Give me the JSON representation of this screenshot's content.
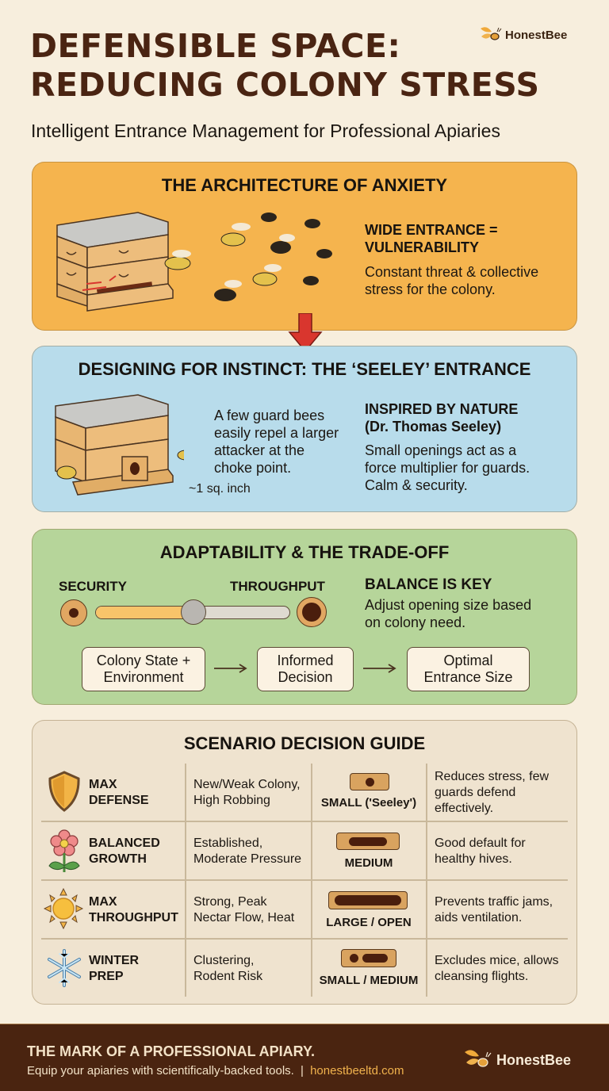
{
  "header": {
    "title_line1": "DEFENSIBLE SPACE:",
    "title_line2": "REDUCING COLONY STRESS",
    "subtitle": "Intelligent Entrance Management for Professional Apiaries",
    "brand": "HonestBee"
  },
  "section1": {
    "title": "THE ARCHITECTURE OF ANXIETY",
    "heading_line1": "WIDE ENTRANCE =",
    "heading_line2": "VULNERABILITY",
    "body_line1": "Constant threat & collective",
    "body_line2": "stress for the colony.",
    "illustration": "hive-with-wide-entrance-and-attacking-wasps"
  },
  "section2": {
    "title": "DESIGNING FOR INSTINCT: THE ‘SEELEY’ ENTRANCE",
    "caption_lines": [
      "A few guard bees",
      "easily repel a larger",
      "attacker at the",
      "choke point."
    ],
    "measurement": "~1 sq. inch",
    "heading_line1": "INSPIRED BY NATURE",
    "heading_line2": "(Dr. Thomas Seeley)",
    "body_lines": [
      "Small openings act as a",
      "force multiplier for guards.",
      "Calm & security."
    ],
    "illustration": "hive-with-small-entrance-and-guard-bees"
  },
  "section3": {
    "title": "ADAPTABILITY & THE TRADE-OFF",
    "slider": {
      "left_label": "SECURITY",
      "right_label": "THROUGHPUT",
      "position_percent": 45
    },
    "heading": "BALANCE IS KEY",
    "body_line1": "Adjust opening size based",
    "body_line2": "on colony need.",
    "flow": [
      {
        "line1": "Colony State +",
        "line2": "Environment"
      },
      {
        "line1": "Informed",
        "line2": "Decision"
      },
      {
        "line1": "Optimal",
        "line2": "Entrance Size"
      }
    ]
  },
  "section4": {
    "title": "SCENARIO DECISION GUIDE",
    "rows": [
      {
        "icon": "shield-icon",
        "label_line1": "MAX",
        "label_line2": "DEFENSE",
        "cond_line1": "New/Weak Colony,",
        "cond_line2": "High Robbing",
        "size": "SMALL ('Seeley')",
        "desc_line1": "Reduces stress, few",
        "desc_line2": "guards defend",
        "desc_line3": "effectively."
      },
      {
        "icon": "flower-icon",
        "label_line1": "BALANCED",
        "label_line2": "GROWTH",
        "cond_line1": "Established,",
        "cond_line2": "Moderate Pressure",
        "size": "MEDIUM",
        "desc_line1": "Good default for",
        "desc_line2": "healthy hives.",
        "desc_line3": ""
      },
      {
        "icon": "sun-icon",
        "label_line1": "MAX",
        "label_line2": "THROUGHPUT",
        "cond_line1": "Strong, Peak",
        "cond_line2": "Nectar Flow, Heat",
        "size": "LARGE / OPEN",
        "desc_line1": "Prevents traffic jams,",
        "desc_line2": "aids ventilation.",
        "desc_line3": ""
      },
      {
        "icon": "snowflake-icon",
        "label_line1": "WINTER",
        "label_line2": "PREP",
        "cond_line1": "Clustering,",
        "cond_line2": "Rodent Risk",
        "size": "SMALL / MEDIUM",
        "desc_line1": "Excludes mice, allows",
        "desc_line2": "cleansing flights.",
        "desc_line3": ""
      }
    ]
  },
  "footer": {
    "title": "THE MARK OF A PROFESSIONAL APIARY.",
    "tagline": "Equip your apiaries with scientifically-backed tools.",
    "separator": "|",
    "link": "honestbeeltd.com",
    "brand": "HonestBee"
  },
  "colors": {
    "background": "#f7eedd",
    "title_brown": "#4a2412",
    "orange_card": "#f5b44e",
    "blue_card": "#b8dceb",
    "green_card": "#b6d59a",
    "beige_card": "#efe3cf",
    "footer_brown": "#4a2410",
    "accent_gold": "#f0b24d",
    "arrow_red": "#d9362e"
  }
}
